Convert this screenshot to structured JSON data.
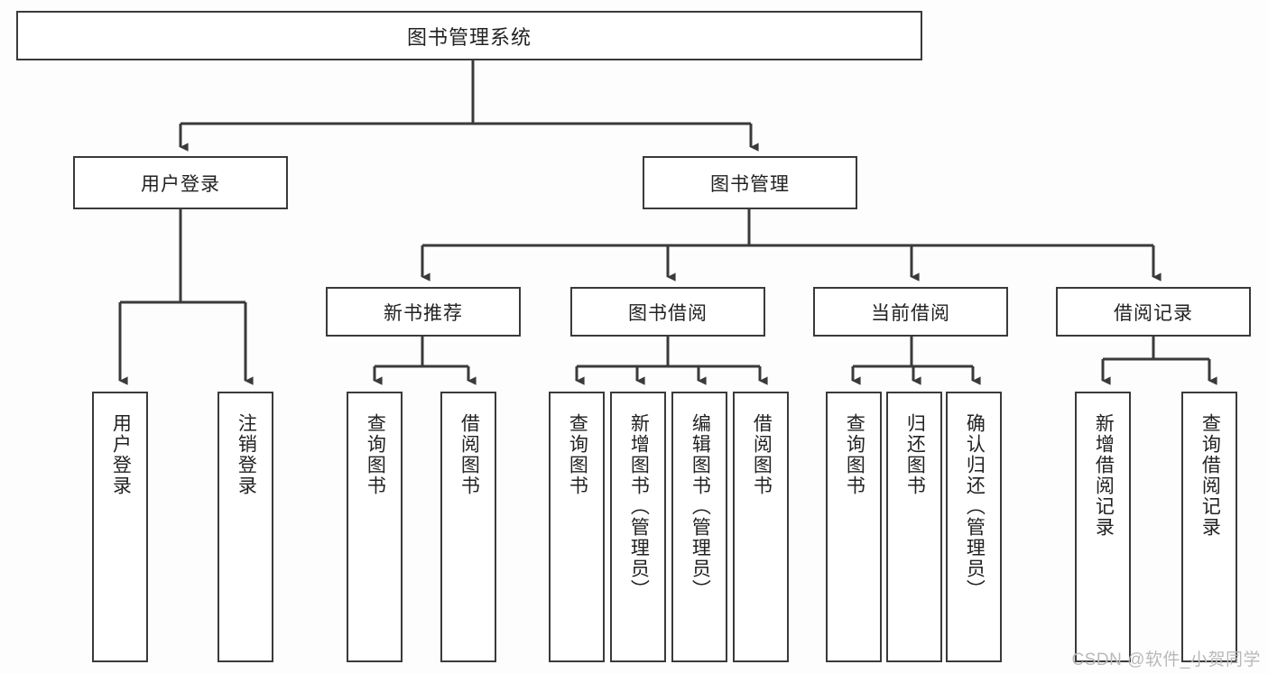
{
  "diagram": {
    "title": "图书管理系统",
    "watermark": "CSDN @软件_小贺同学",
    "colors": {
      "line": "#3a3a3a",
      "box_border": "#3a3a3a",
      "box_fill": "#ffffff",
      "text": "#222222",
      "background": "#fdfdfd",
      "watermark": "#b9b9b9"
    },
    "nodes": {
      "root": {
        "label": "图书管理系统"
      },
      "level2": [
        {
          "label": "用户登录"
        },
        {
          "label": "图书管理"
        }
      ],
      "level3": [
        {
          "label": "新书推荐"
        },
        {
          "label": "图书借阅"
        },
        {
          "label": "当前借阅"
        },
        {
          "label": "借阅记录"
        }
      ],
      "leaves": {
        "user_login": [
          {
            "label": "用户登录"
          },
          {
            "label": "注销登录"
          }
        ],
        "new_book_recommend": [
          {
            "label": "查询图书"
          },
          {
            "label": "借阅图书"
          }
        ],
        "book_borrow": [
          {
            "label": "查询图书"
          },
          {
            "label": "新增图书（管理员）"
          },
          {
            "label": "编辑图书（管理员）"
          },
          {
            "label": "借阅图书"
          }
        ],
        "current_borrow": [
          {
            "label": "查询图书"
          },
          {
            "label": "归还图书"
          },
          {
            "label": "确认归还（管理员）"
          }
        ],
        "borrow_record": [
          {
            "label": "新增借阅记录"
          },
          {
            "label": "查询借阅记录"
          }
        ]
      }
    }
  }
}
